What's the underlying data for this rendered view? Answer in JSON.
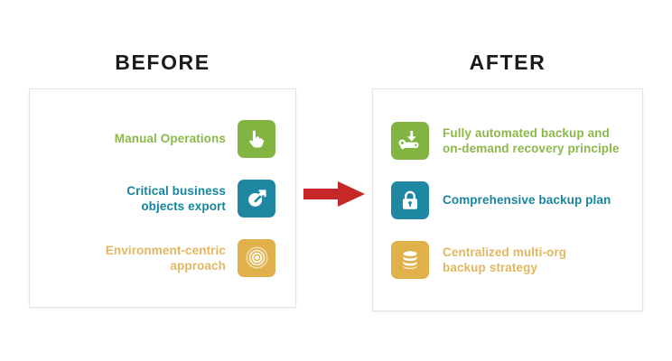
{
  "colors": {
    "green": "#81b441",
    "green_text": "#8cb84a",
    "teal": "#1e88a3",
    "teal_text": "#17859e",
    "gold": "#e0b04a",
    "gold_text": "#e2b75f",
    "arrow_red": "#c62828",
    "panel_border": "#e3e3e3",
    "heading_text": "#1a1a1a",
    "background": "#ffffff"
  },
  "before": {
    "heading": "BEFORE",
    "items": [
      {
        "label": "Manual Operations",
        "icon": "pointing-hand-icon",
        "tile_color": "#81b441",
        "text_color": "#8cb84a"
      },
      {
        "label": "Critical business\nobjects export",
        "label_line1": "Critical business",
        "label_line2": "objects export",
        "icon": "export-arrow-circle-icon",
        "tile_color": "#1e88a3",
        "text_color": "#17859e"
      },
      {
        "label": "Environment-centric\napproach",
        "label_line1": "Environment-centric",
        "label_line2": "approach",
        "icon": "target-bullseye-icon",
        "tile_color": "#e0b04a",
        "text_color": "#e2b75f"
      }
    ]
  },
  "after": {
    "heading": "AFTER",
    "items": [
      {
        "label": "Fully automated backup and\non-demand recovery principle",
        "label_line1": "Fully automated backup and",
        "label_line2": "on-demand recovery principle",
        "icon": "hard-drive-download-icon",
        "tile_color": "#81b441",
        "text_color": "#8cb84a"
      },
      {
        "label": "Comprehensive backup plan",
        "label_line1": "Comprehensive backup plan",
        "label_line2": "",
        "icon": "lock-icon",
        "tile_color": "#1e88a3",
        "text_color": "#17859e"
      },
      {
        "label": "Centralized multi-org\nbackup strategy",
        "label_line1": "Centralized multi-org",
        "label_line2": "backup strategy",
        "icon": "database-stack-icon",
        "tile_color": "#e0b04a",
        "text_color": "#e2b75f"
      }
    ]
  },
  "connector": {
    "icon": "right-arrow-icon",
    "color": "#c62828"
  }
}
